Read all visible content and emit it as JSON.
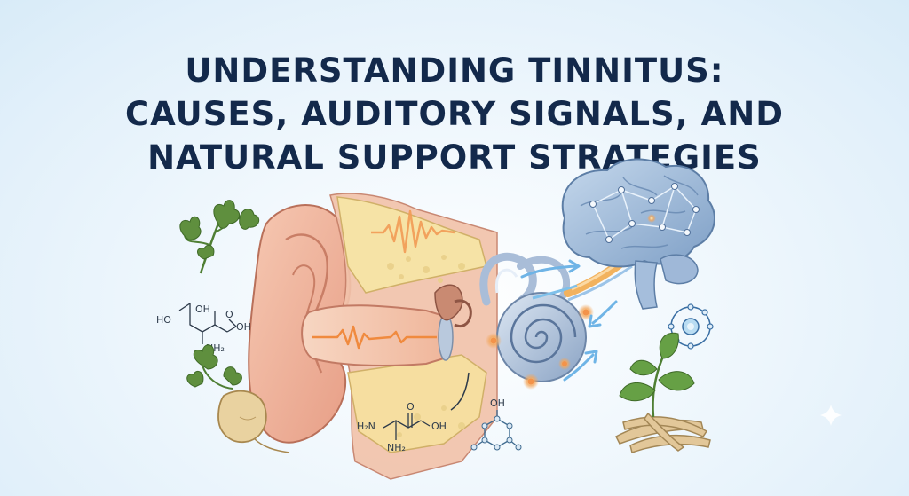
{
  "title": {
    "line1": "UNDERSTANDING TINNITUS:",
    "line2": "CAUSES, AUDITORY SIGNALS, AND",
    "line3": "NATURAL SUPPORT STRATEGIES"
  },
  "molecule_left": {
    "oh_top": "OH",
    "ho_left": "HO",
    "oh_right": "OH",
    "o_top": "O",
    "nh2": "NH₂"
  },
  "molecule_bottom": {
    "h2n": "H₂N",
    "o_top": "O",
    "oh_right": "OH",
    "nh2": "NH₂"
  },
  "molecule_ring": {
    "oh": "OH"
  },
  "colors": {
    "title": "#13294b",
    "skin": "#eeb49a",
    "nerve": "#f0a050",
    "brain": "#8fb0d4",
    "plant": "#5f8f3e"
  }
}
